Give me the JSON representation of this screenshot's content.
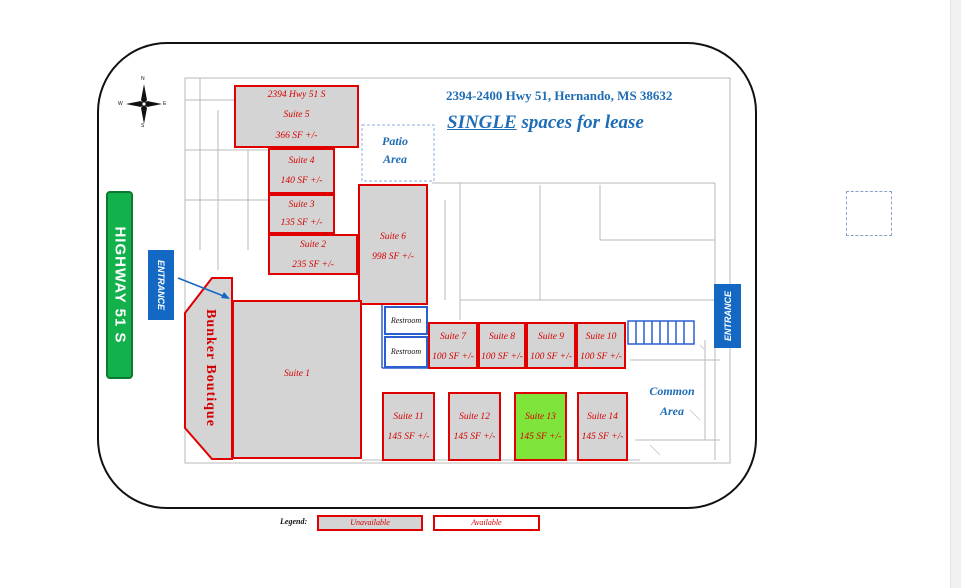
{
  "header": {
    "address": "2394-2400 Hwy 51, Hernando, MS 38632",
    "headline_emphasis": "SINGLE",
    "headline_rest": " spaces for lease"
  },
  "signs": {
    "highway": "HIGHWAY 51 S",
    "entrance_left": "ENTRANCE",
    "entrance_right": "ENTRANCE",
    "bunker": "Bunker Boutique",
    "patio": [
      "Patio",
      "Area"
    ],
    "common": [
      "Common",
      "Area"
    ]
  },
  "compass": {
    "n": "N",
    "e": "E",
    "s": "S",
    "w": "W"
  },
  "suites": [
    {
      "id": "suite-5",
      "lines": [
        "2394 Hwy 51 S",
        "Suite 5",
        "366 SF +/-"
      ],
      "status": "unavailable"
    },
    {
      "id": "suite-4",
      "lines": [
        "Suite 4",
        "140 SF +/-"
      ],
      "status": "unavailable"
    },
    {
      "id": "suite-3",
      "lines": [
        "Suite 3",
        "135 SF +/-"
      ],
      "status": "unavailable"
    },
    {
      "id": "suite-2",
      "lines": [
        "Suite 2",
        "235 SF +/-"
      ],
      "status": "unavailable"
    },
    {
      "id": "suite-6",
      "lines": [
        "Suite 6",
        "998 SF +/-"
      ],
      "status": "unavailable"
    },
    {
      "id": "suite-1",
      "lines": [
        "Suite 1"
      ],
      "status": "unavailable"
    },
    {
      "id": "suite-7",
      "lines": [
        "Suite 7",
        "100 SF +/-"
      ],
      "status": "unavailable"
    },
    {
      "id": "suite-8",
      "lines": [
        "Suite 8",
        "100 SF +/-"
      ],
      "status": "unavailable"
    },
    {
      "id": "suite-9",
      "lines": [
        "Suite 9",
        "100 SF +/-"
      ],
      "status": "unavailable"
    },
    {
      "id": "suite-10",
      "lines": [
        "Suite 10",
        "100 SF +/-"
      ],
      "status": "unavailable"
    },
    {
      "id": "suite-11",
      "lines": [
        "Suite 11",
        "145 SF +/-"
      ],
      "status": "unavailable"
    },
    {
      "id": "suite-12",
      "lines": [
        "Suite 12",
        "145 SF +/-"
      ],
      "status": "unavailable"
    },
    {
      "id": "suite-13",
      "lines": [
        "Suite 13",
        "145 SF +/-"
      ],
      "status": "available"
    },
    {
      "id": "suite-14",
      "lines": [
        "Suite 14",
        "145 SF +/-"
      ],
      "status": "unavailable"
    }
  ],
  "restrooms": [
    "Restroom",
    "Restroom"
  ],
  "legend": {
    "title": "Legend:",
    "unavailable": "Unavailable",
    "available": "Available"
  },
  "colors": {
    "unavailable_fill": "#d4d4d4",
    "available_fill": "#7fe53a",
    "suite_border": "#e00000",
    "title_blue": "#1f6db5",
    "highway_green": "#13b14c",
    "entrance_blue": "#1368c4"
  }
}
